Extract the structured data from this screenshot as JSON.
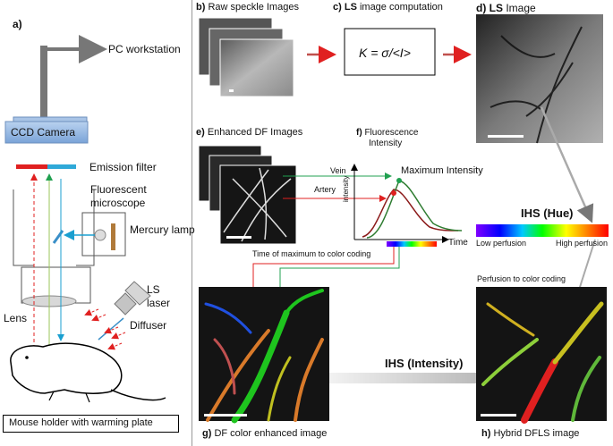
{
  "panel_a": {
    "label": "a)",
    "pc": "PC workstation",
    "camera": "CCD  Camera",
    "emission_filter": "Emission filter",
    "microscope_line1": "Fluorescent",
    "microscope_line2": "microscope",
    "lamp": "Mercury lamp",
    "laser_line1": "LS",
    "laser_line2": "laser",
    "diffuser": "Diffuser",
    "lens": "Lens",
    "holder": "Mouse holder with warming plate"
  },
  "panel_b": {
    "prefix": "b)",
    "title": "Raw  speckle Images"
  },
  "panel_c": {
    "prefix": "c)",
    "bold": "LS",
    "title": " image computation",
    "formula": "K = σ/<I>"
  },
  "panel_d": {
    "prefix": "d)",
    "bold": "LS",
    "title": " Image"
  },
  "panel_e": {
    "prefix": "e)",
    "title": "Enhanced DF Images"
  },
  "panel_f": {
    "prefix": "f)",
    "title_line1": "Fluorescence",
    "title_line2": "Intensity",
    "vein": "Vein",
    "artery": "Artery",
    "max": "Maximum Intensity",
    "ylabel": "intensity",
    "xlabel": "Time"
  },
  "ihs_hue": {
    "title": "IHS (Hue)",
    "low": "Low perfusion",
    "high": "High perfusion"
  },
  "time_to_color": "Time of maximum  to color coding",
  "perfusion_to_color": "Perfusion to color coding",
  "ihs_intensity": "IHS (Intensity)",
  "panel_g": {
    "prefix": "g)",
    "title": "DF color enhanced image"
  },
  "panel_h": {
    "prefix": "h)",
    "title": "Hybrid DFLS image"
  },
  "colors": {
    "arrow_red": "#c0504d",
    "artery_red": "#e02020",
    "vein_green": "#20a050",
    "camera_blue": "#8eb4e3"
  }
}
